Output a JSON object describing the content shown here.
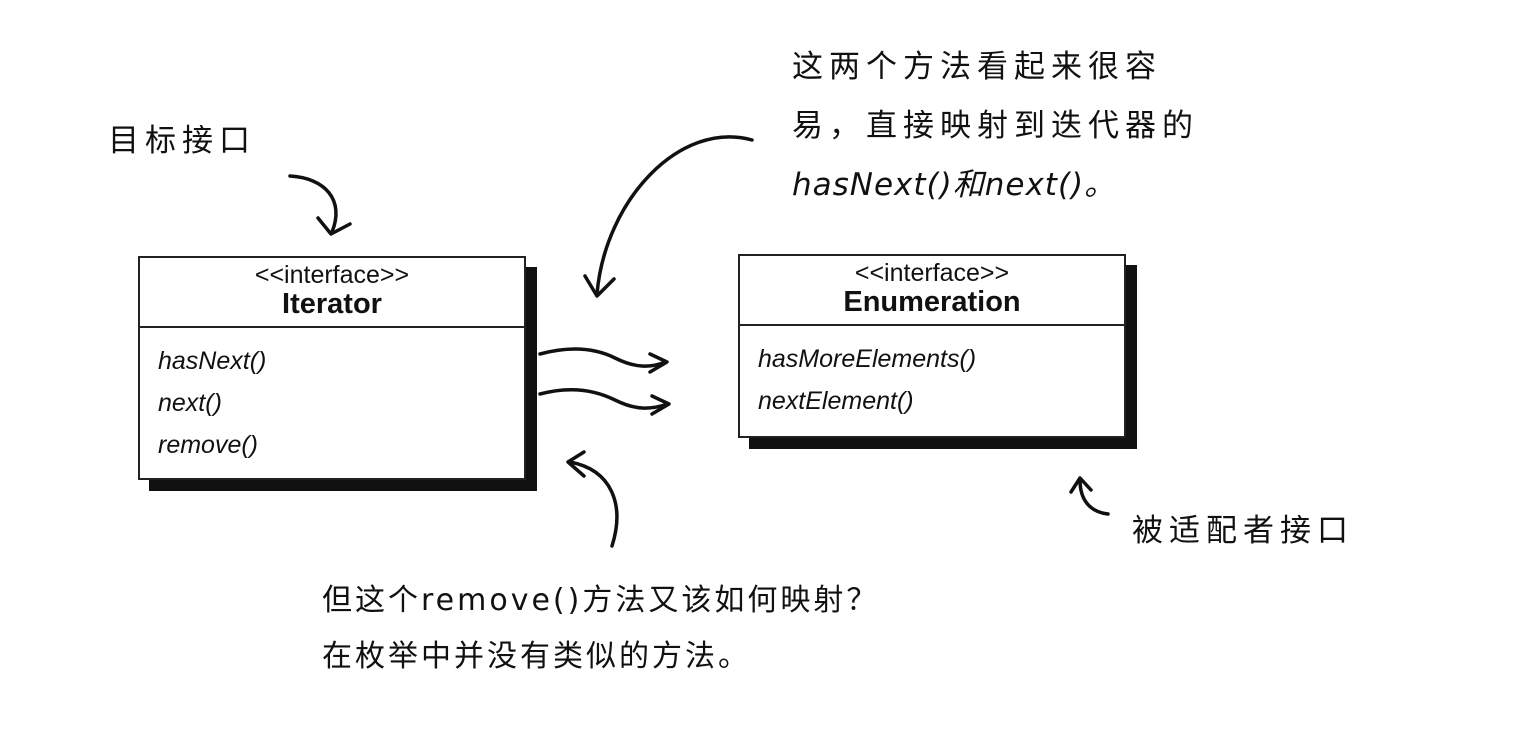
{
  "annotations": {
    "target_label": "目标接口",
    "top_note": [
      "这两个方法看起来很容",
      "易，直接映射到迭代器的",
      "hasNext()和next()。"
    ],
    "adaptee_label": "被适配者接口",
    "bottom_note": [
      "但这个remove()方法又该如何映射？",
      "在枚举中并没有类似的方法。"
    ]
  },
  "iterator": {
    "stereotype": "<<interface>>",
    "name": "Iterator",
    "methods": [
      "hasNext()",
      "next()",
      "remove()"
    ]
  },
  "enumeration": {
    "stereotype": "<<interface>>",
    "name": "Enumeration",
    "methods": [
      "hasMoreElements()",
      "nextElement()"
    ]
  }
}
